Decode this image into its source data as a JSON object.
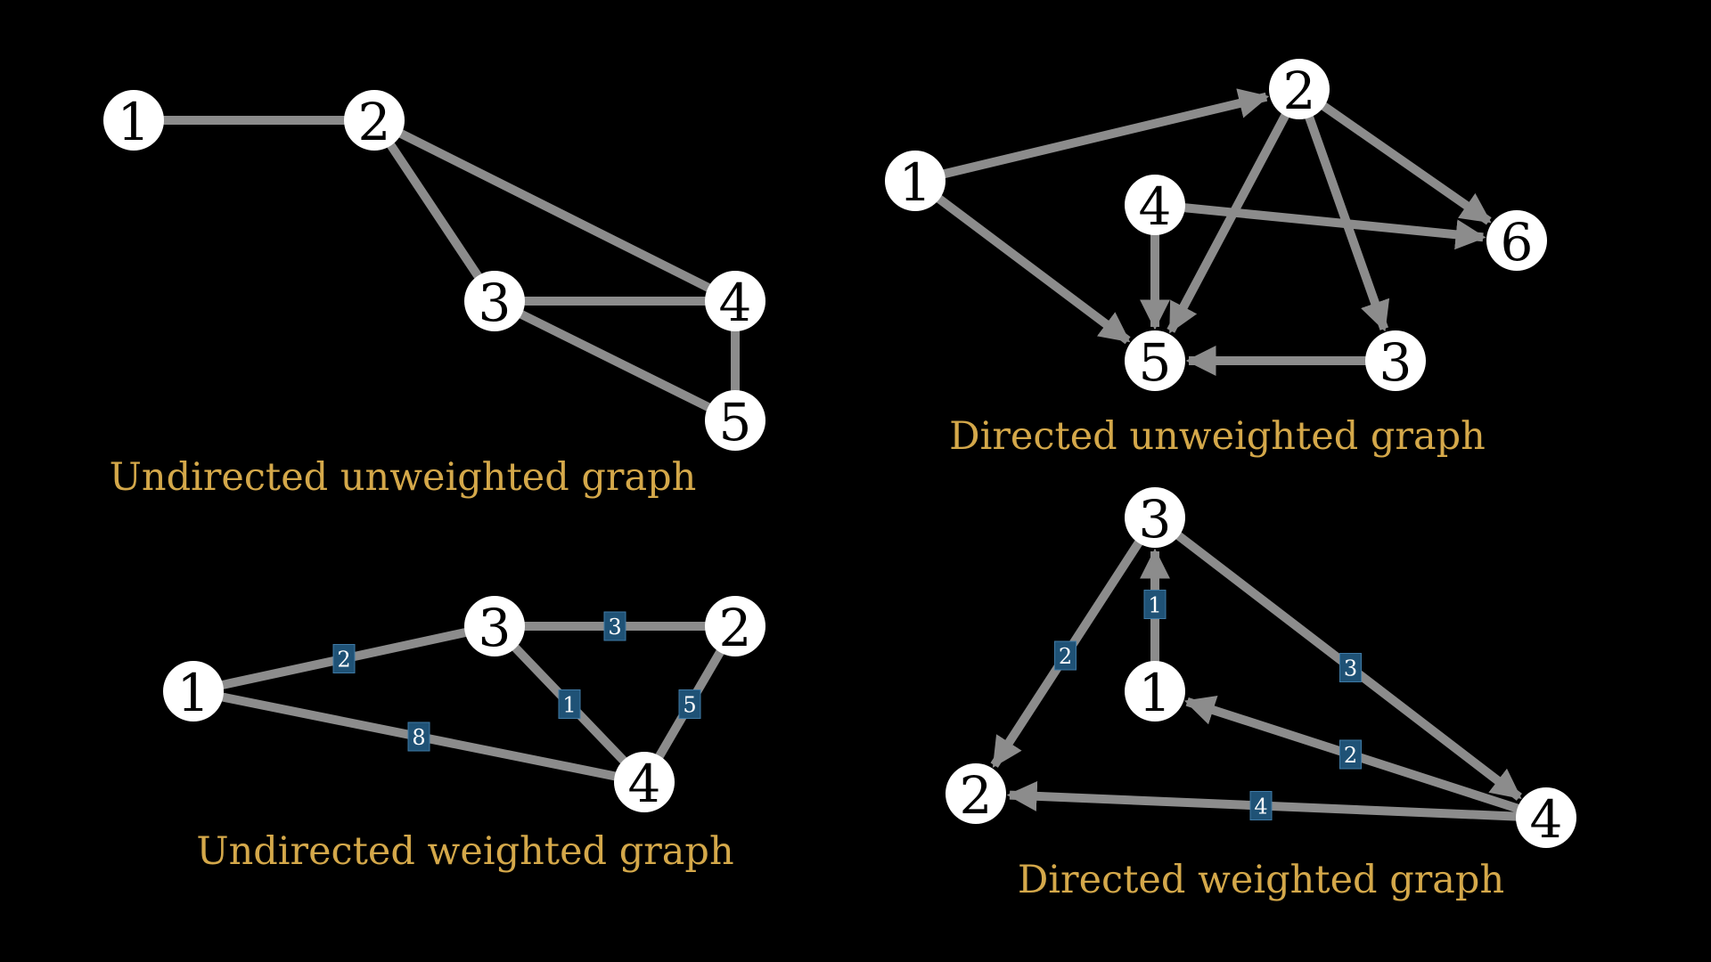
{
  "colors": {
    "background": "#000000",
    "edge": "#8c8c8c",
    "node_fill": "#ffffff",
    "node_text": "#000000",
    "caption": "#d4a84a",
    "weight_box": "#1f5276"
  },
  "graphs": [
    {
      "id": "undirected-unweighted",
      "caption": "Undirected unweighted graph",
      "directed": false,
      "weighted": false,
      "nodes": [
        {
          "id": "a1",
          "label": "1"
        },
        {
          "id": "a2",
          "label": "2"
        },
        {
          "id": "a3",
          "label": "3"
        },
        {
          "id": "a4",
          "label": "4"
        },
        {
          "id": "a5",
          "label": "5"
        }
      ],
      "edges": [
        {
          "from": "a1",
          "to": "a2"
        },
        {
          "from": "a2",
          "to": "a3"
        },
        {
          "from": "a2",
          "to": "a4"
        },
        {
          "from": "a3",
          "to": "a4"
        },
        {
          "from": "a3",
          "to": "a5"
        },
        {
          "from": "a4",
          "to": "a5"
        }
      ]
    },
    {
      "id": "directed-unweighted",
      "caption": "Directed unweighted graph",
      "directed": true,
      "weighted": false,
      "nodes": [
        {
          "id": "b1",
          "label": "1"
        },
        {
          "id": "b2",
          "label": "2"
        },
        {
          "id": "b3",
          "label": "3"
        },
        {
          "id": "b4",
          "label": "4"
        },
        {
          "id": "b5",
          "label": "5"
        },
        {
          "id": "b6",
          "label": "6"
        }
      ],
      "edges": [
        {
          "from": "b1",
          "to": "b2"
        },
        {
          "from": "b1",
          "to": "b5"
        },
        {
          "from": "b2",
          "to": "b5"
        },
        {
          "from": "b2",
          "to": "b3"
        },
        {
          "from": "b2",
          "to": "b6"
        },
        {
          "from": "b4",
          "to": "b5"
        },
        {
          "from": "b4",
          "to": "b6"
        },
        {
          "from": "b3",
          "to": "b5"
        }
      ]
    },
    {
      "id": "undirected-weighted",
      "caption": "Undirected weighted graph",
      "directed": false,
      "weighted": true,
      "nodes": [
        {
          "id": "c1",
          "label": "1"
        },
        {
          "id": "c2",
          "label": "2"
        },
        {
          "id": "c3",
          "label": "3"
        },
        {
          "id": "c4",
          "label": "4"
        }
      ],
      "edges": [
        {
          "from": "c1",
          "to": "c3",
          "weight": "2"
        },
        {
          "from": "c3",
          "to": "c2",
          "weight": "3"
        },
        {
          "from": "c3",
          "to": "c4",
          "weight": "1"
        },
        {
          "from": "c2",
          "to": "c4",
          "weight": "5"
        },
        {
          "from": "c1",
          "to": "c4",
          "weight": "8"
        }
      ]
    },
    {
      "id": "directed-weighted",
      "caption": "Directed weighted graph",
      "directed": true,
      "weighted": true,
      "nodes": [
        {
          "id": "d1",
          "label": "1"
        },
        {
          "id": "d2",
          "label": "2"
        },
        {
          "id": "d3",
          "label": "3"
        },
        {
          "id": "d4",
          "label": "4"
        }
      ],
      "edges": [
        {
          "from": "d1",
          "to": "d3",
          "weight": "1"
        },
        {
          "from": "d3",
          "to": "d2",
          "weight": "2"
        },
        {
          "from": "d3",
          "to": "d4",
          "weight": "3"
        },
        {
          "from": "d4",
          "to": "d1",
          "weight": "2"
        },
        {
          "from": "d4",
          "to": "d2",
          "weight": "4"
        }
      ]
    }
  ]
}
